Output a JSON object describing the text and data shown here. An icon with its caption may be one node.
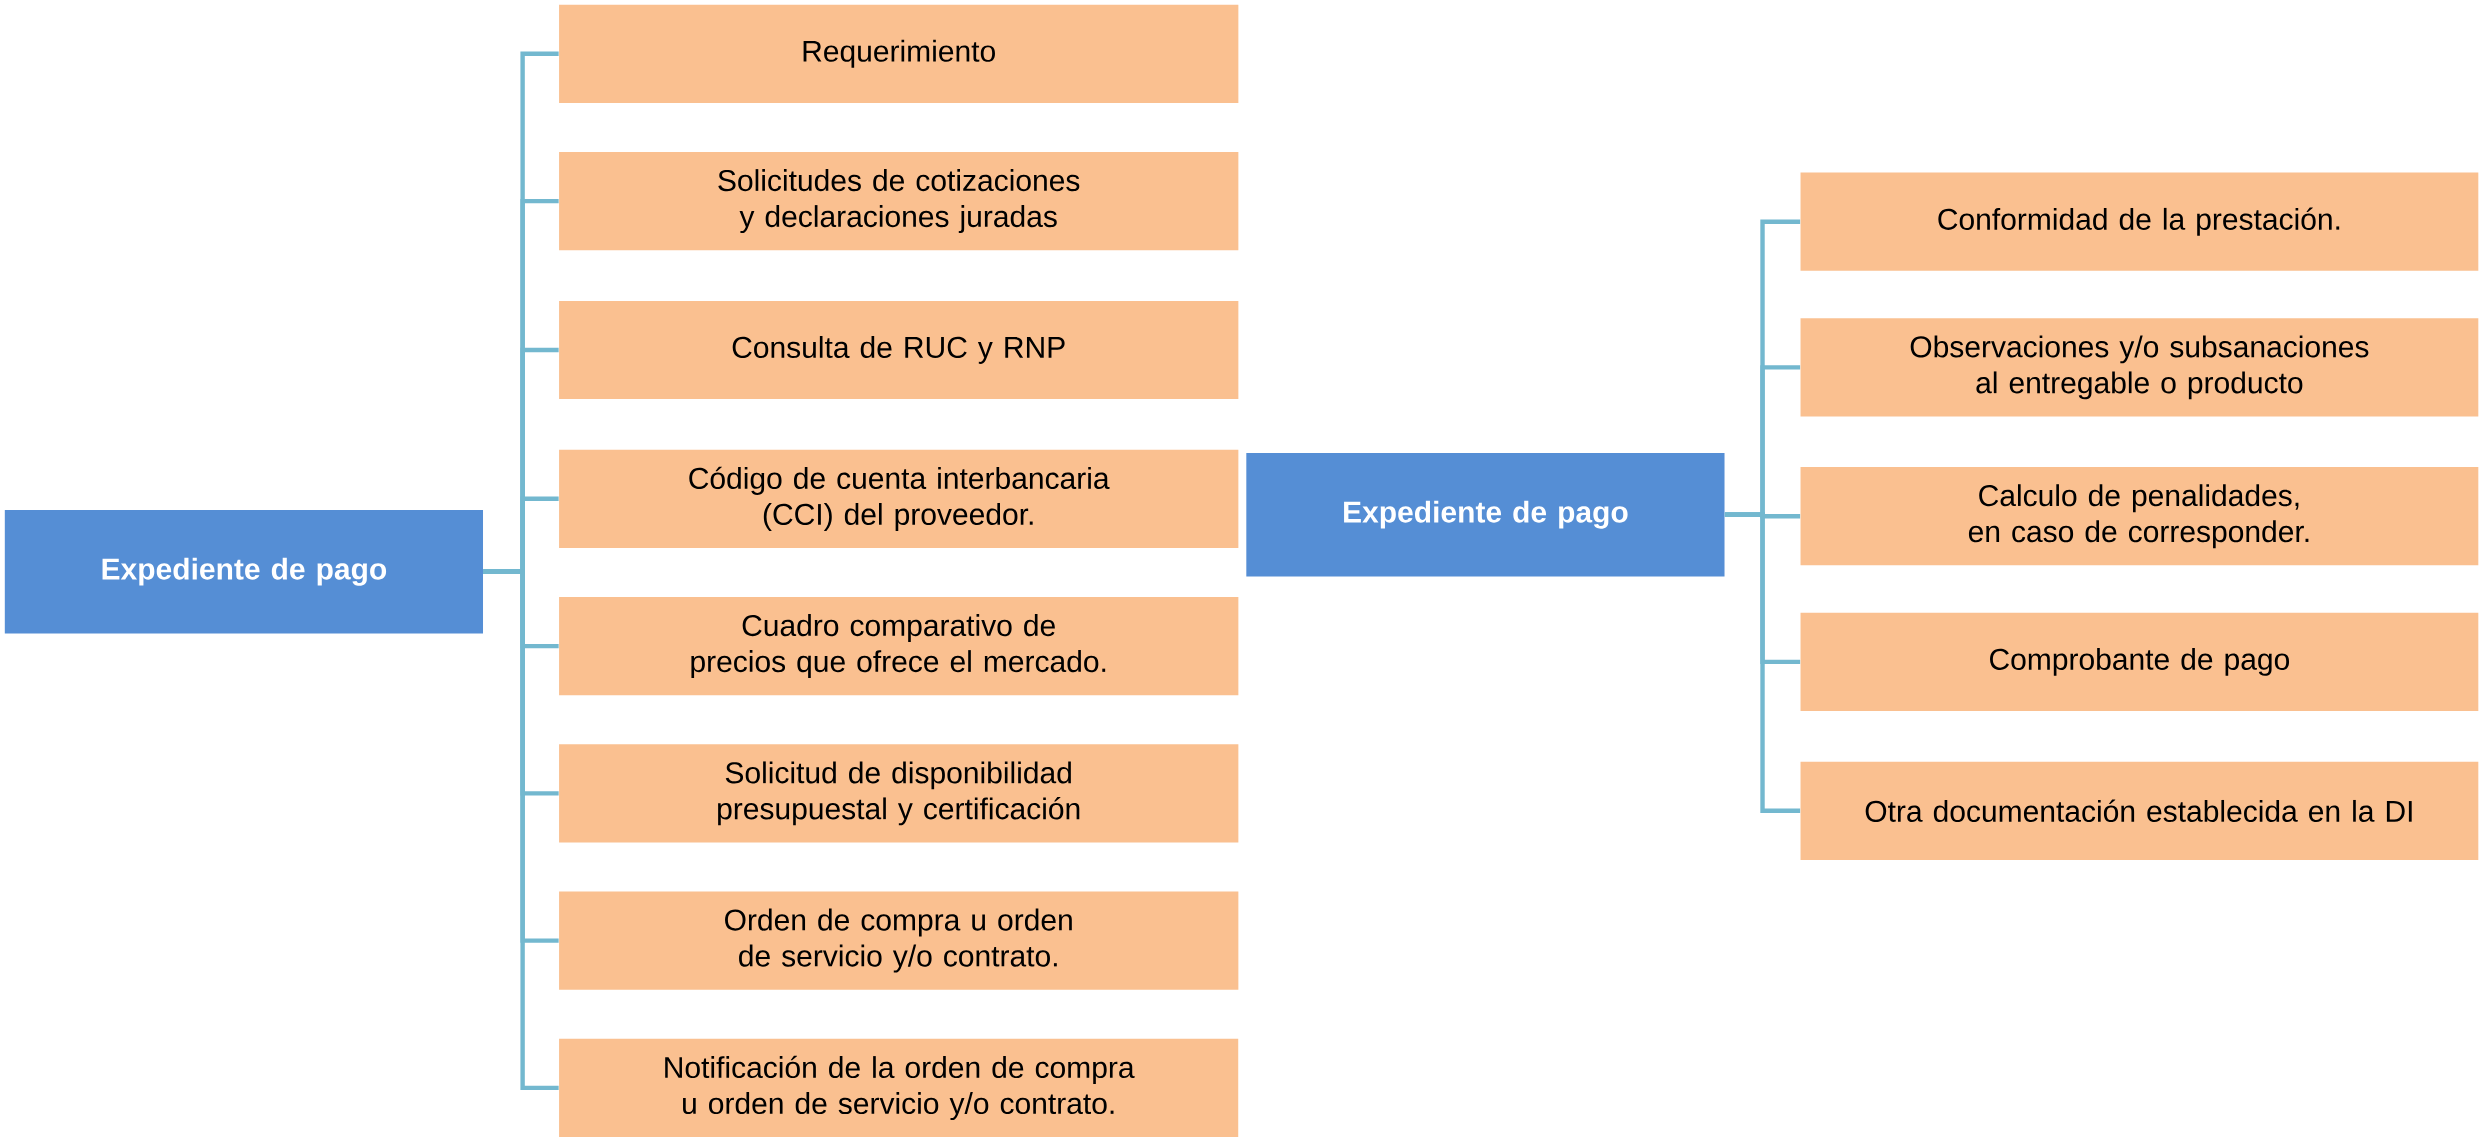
{
  "diagram": {
    "nodes": [
      {
        "text": [
          "Expediente de pago"
        ]
      },
      {
        "text": [
          "Requerimiento"
        ]
      },
      {
        "text": [
          "Solicitudes de cotizaciones y declaraciones juradas"
        ]
      },
      {
        "text": [
          "Consulta de RUC  y RNP"
        ]
      },
      {
        "text": [
          "Código de  cuenta interbancaria  (CCI) del proveedor."
        ]
      },
      {
        "text": [
          "Cuadro comparativo de precios que ofrece el mercado."
        ]
      },
      {
        "text": [
          "Solicitud de disponibilidad presupuestal y certificación"
        ]
      },
      {
        "text": [
          "Orden de compra u orden de servicio y/o contrato."
        ]
      },
      {
        "text": [
          "Notificación de la orden de compra u orden de servicio y/o contrato."
        ]
      },
      {
        "text": [
          "Expediente de pago"
        ]
      },
      {
        "text": [
          "Conformidad de la prestación."
        ]
      },
      {
        "text": [
          "Observaciones y/o subsanaciones al entregable o producto"
        ]
      },
      {
        "text": [
          "Calculo de penalidades, en caso de corresponder."
        ]
      },
      {
        "text": [
          "Comprobante de pago"
        ]
      },
      {
        "text": [
          "Otra documentación establecida en la DI"
        ]
      }
    ],
    "edges": [
      {
        "from": 0,
        "to": 1,
        "arrow": "none"
      },
      {
        "from": 0,
        "to": 2,
        "arrow": "none"
      },
      {
        "from": 0,
        "to": 3,
        "arrow": "none"
      },
      {
        "from": 0,
        "to": 4,
        "arrow": "none"
      },
      {
        "from": 0,
        "to": 5,
        "arrow": "none"
      },
      {
        "from": 0,
        "to": 6,
        "arrow": "none"
      },
      {
        "from": 0,
        "to": 7,
        "arrow": "none"
      },
      {
        "from": 0,
        "to": 8,
        "arrow": "none"
      },
      {
        "from": 9,
        "to": 10,
        "arrow": "none"
      },
      {
        "from": 9,
        "to": 11,
        "arrow": "none"
      },
      {
        "from": 9,
        "to": 12,
        "arrow": "none"
      },
      {
        "from": 9,
        "to": 13,
        "arrow": "none"
      },
      {
        "from": 9,
        "to": 14,
        "arrow": "none"
      }
    ]
  }
}
